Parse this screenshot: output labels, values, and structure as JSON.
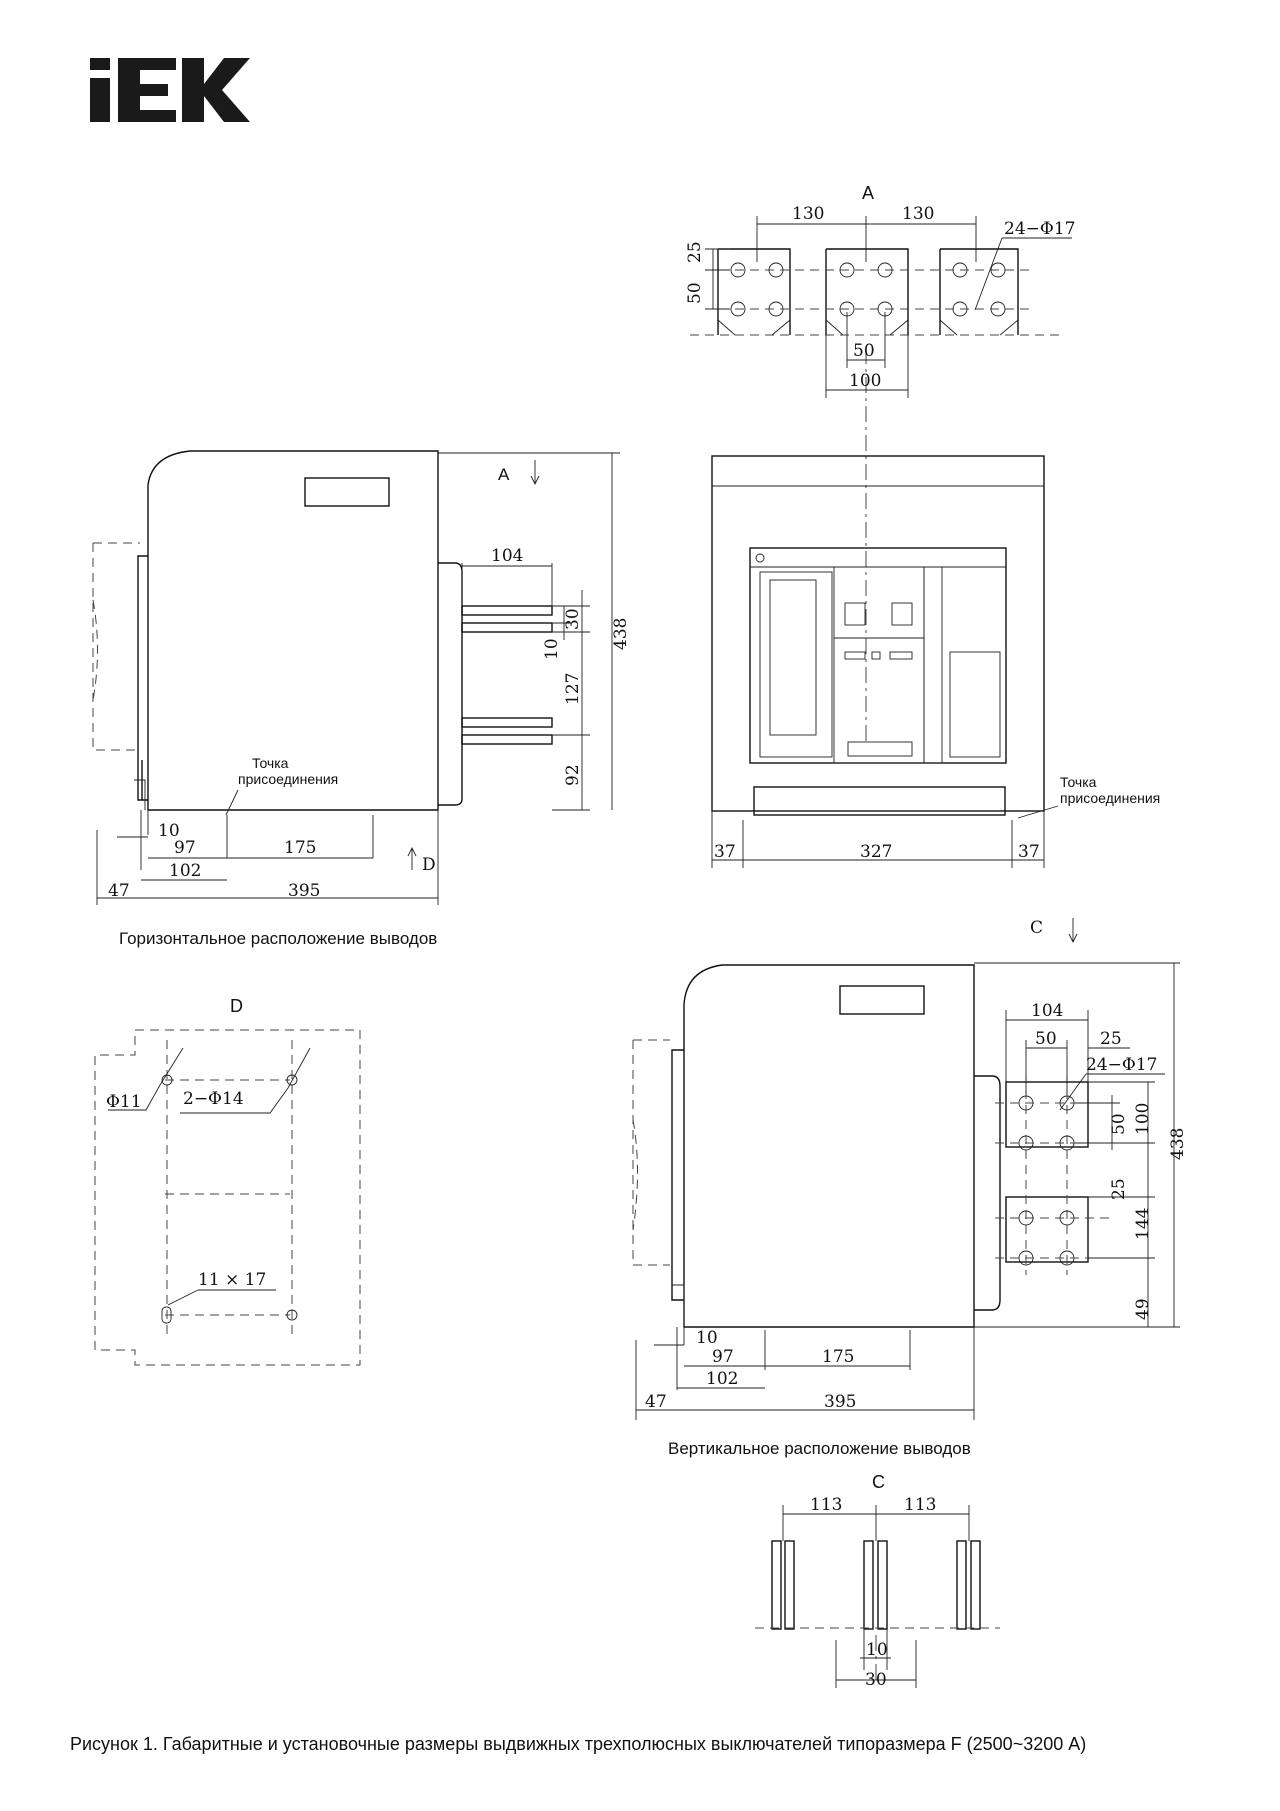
{
  "brand": {
    "logo_text": "IEK",
    "color": "#1a1a1a"
  },
  "view_labels": {
    "A": "A",
    "D": "D",
    "C": "C"
  },
  "captions": {
    "horizontal": "Горизонтальное расположение выводов",
    "vertical": "Вертикальное расположение выводов",
    "figure": "Рисунок 1. Габаритные и установочные размеры выдвижных трехполюсных выключателей типоразмера F (2500~3200 А)"
  },
  "connection_point": {
    "line1": "Точка",
    "line2": "присоединения"
  },
  "view_a": {
    "pitch_left": "130",
    "pitch_right": "130",
    "holes": "24−Φ17",
    "top": "25",
    "vertical": "50",
    "inner_width": "50",
    "bar_width": "100"
  },
  "side_horizontal": {
    "terminal_depth": "104",
    "bar_thick": "30",
    "bar_gap": "10",
    "height": "438",
    "pitch": "127",
    "bottom": "92",
    "d10": "10",
    "d97": "97",
    "d175": "175",
    "d102": "102",
    "d47": "47",
    "d395": "395"
  },
  "front": {
    "left": "37",
    "middle": "327",
    "right": "37"
  },
  "view_d": {
    "hole_small": "Φ11",
    "holes": "2−Φ14",
    "slot": "11 × 17"
  },
  "side_vertical": {
    "terminal_depth": "104",
    "d50": "50",
    "d25": "25",
    "holes": "24−Φ17",
    "v50": "50",
    "v100": "100",
    "height": "438",
    "v25": "25",
    "v144": "144",
    "v49": "49",
    "d10": "10",
    "d97": "97",
    "d175": "175",
    "d102": "102",
    "d47": "47",
    "d395": "395"
  },
  "view_c": {
    "pitch_left": "113",
    "pitch_right": "113",
    "gap": "10",
    "width": "30"
  }
}
